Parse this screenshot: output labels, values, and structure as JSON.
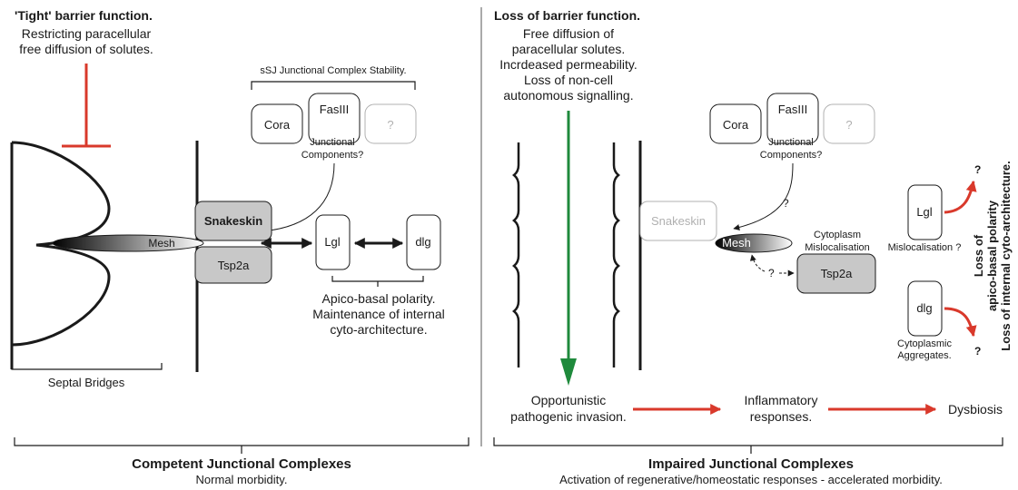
{
  "colors": {
    "ink": "#1a1a1a",
    "red": "#d9392b",
    "green": "#1f8a3c",
    "faded": "#b0b0b0",
    "gray_fill": "#c8c8c8"
  },
  "left": {
    "barrier_title": "'Tight' barrier function.",
    "barrier_l1": "Restricting paracellular",
    "barrier_l2": "free diffusion of solutes.",
    "ssj_label": "sSJ Junctional Complex Stability.",
    "cora": "Cora",
    "fasiii": "FasIII",
    "unknown": "?",
    "junc_l1": "Junctional",
    "junc_l2": "Components?",
    "snakeskin": "Snakeskin",
    "tsp2a": "Tsp2a",
    "mesh": "Mesh",
    "lgl": "Lgl",
    "dlg": "dlg",
    "polarity_l1": "Apico-basal polarity.",
    "polarity_l2": "Maintenance of internal",
    "polarity_l3": "cyto-architecture.",
    "septal": "Septal Bridges",
    "footer_title": "Competent Junctional Complexes",
    "footer_sub": "Normal morbidity."
  },
  "right": {
    "loss_title": "Loss of barrier function.",
    "loss_l1": "Free diffusion of",
    "loss_l2": "paracellular solutes.",
    "loss_l3": "Incrdeased permeability.",
    "loss_l4": "Loss of non-cell",
    "loss_l5": "autonomous signalling.",
    "cora": "Cora",
    "fasiii": "FasIII",
    "unknown": "?",
    "junc_l1": "Junctional",
    "junc_l2": "Components?",
    "snakeskin": "Snakeskin",
    "q_mesh": "?",
    "mesh": "Mesh",
    "cyto_l1": "Cytoplasm",
    "cyto_l2": "Mislocalisation",
    "q_tsp": "?",
    "tsp2a": "Tsp2a",
    "lgl": "Lgl",
    "mislocal": "Mislocalisation ?",
    "dlg": "dlg",
    "aggr_l1": "Cytoplasmic",
    "aggr_l2": "Aggregates.",
    "q_lgl": "?",
    "q_dlg": "?",
    "vert_l1": "Loss of",
    "vert_l2": "apico-basal polarity",
    "vert_l3": "Loss of internal cyto-architecture.",
    "opp_l1": "Opportunistic",
    "opp_l2": "pathogenic invasion.",
    "infl_l1": "Inflammatory",
    "infl_l2": "responses.",
    "dysbiosis": "Dysbiosis",
    "footer_title": "Impaired Junctional Complexes",
    "footer_sub": "Activation of regenerative/homeostatic responses - accelerated morbidity."
  }
}
